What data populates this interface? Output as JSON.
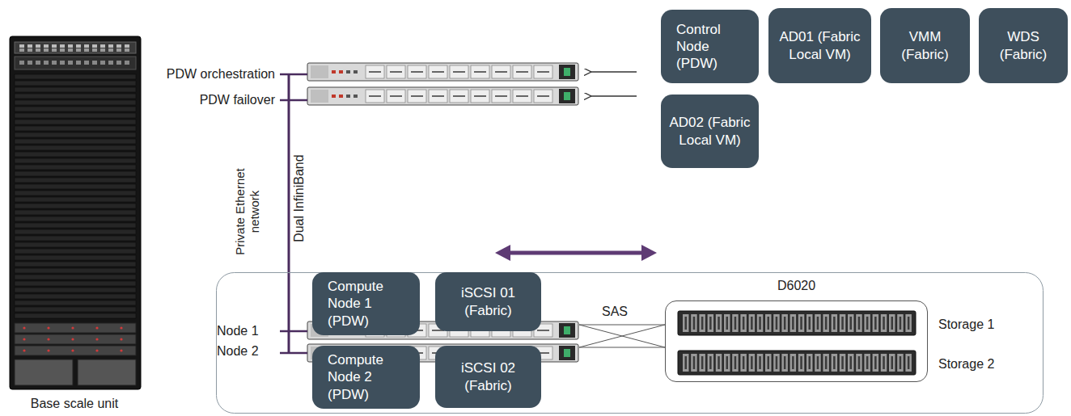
{
  "diagram": {
    "nodes": [
      {
        "text": [
          "Control Node (PDW)"
        ]
      },
      {
        "text": [
          "AD01 (Fabric Local VM)"
        ]
      },
      {
        "text": [
          "VMM (Fabric)"
        ]
      },
      {
        "text": [
          "WDS (Fabric)"
        ]
      },
      {
        "text": [
          "AD02 (Fabric Local VM)"
        ]
      },
      {
        "text": [
          "Compute Node 1 (PDW)"
        ]
      },
      {
        "text": [
          "iSCSI 01 (Fabric)"
        ]
      },
      {
        "text": [
          "Compute Node 2 (PDW)"
        ]
      },
      {
        "text": [
          "iSCSI 02 (Fabric)"
        ]
      },
      {
        "text": [
          "D6020"
        ]
      }
    ],
    "labels": [
      "PDW orchestration",
      "PDW failover",
      "Private Ethernet network",
      "Dual InfiniBand",
      "Node 1",
      "Node 2",
      "SAS",
      "Storage 1",
      "Storage 2",
      "Base scale unit"
    ]
  }
}
